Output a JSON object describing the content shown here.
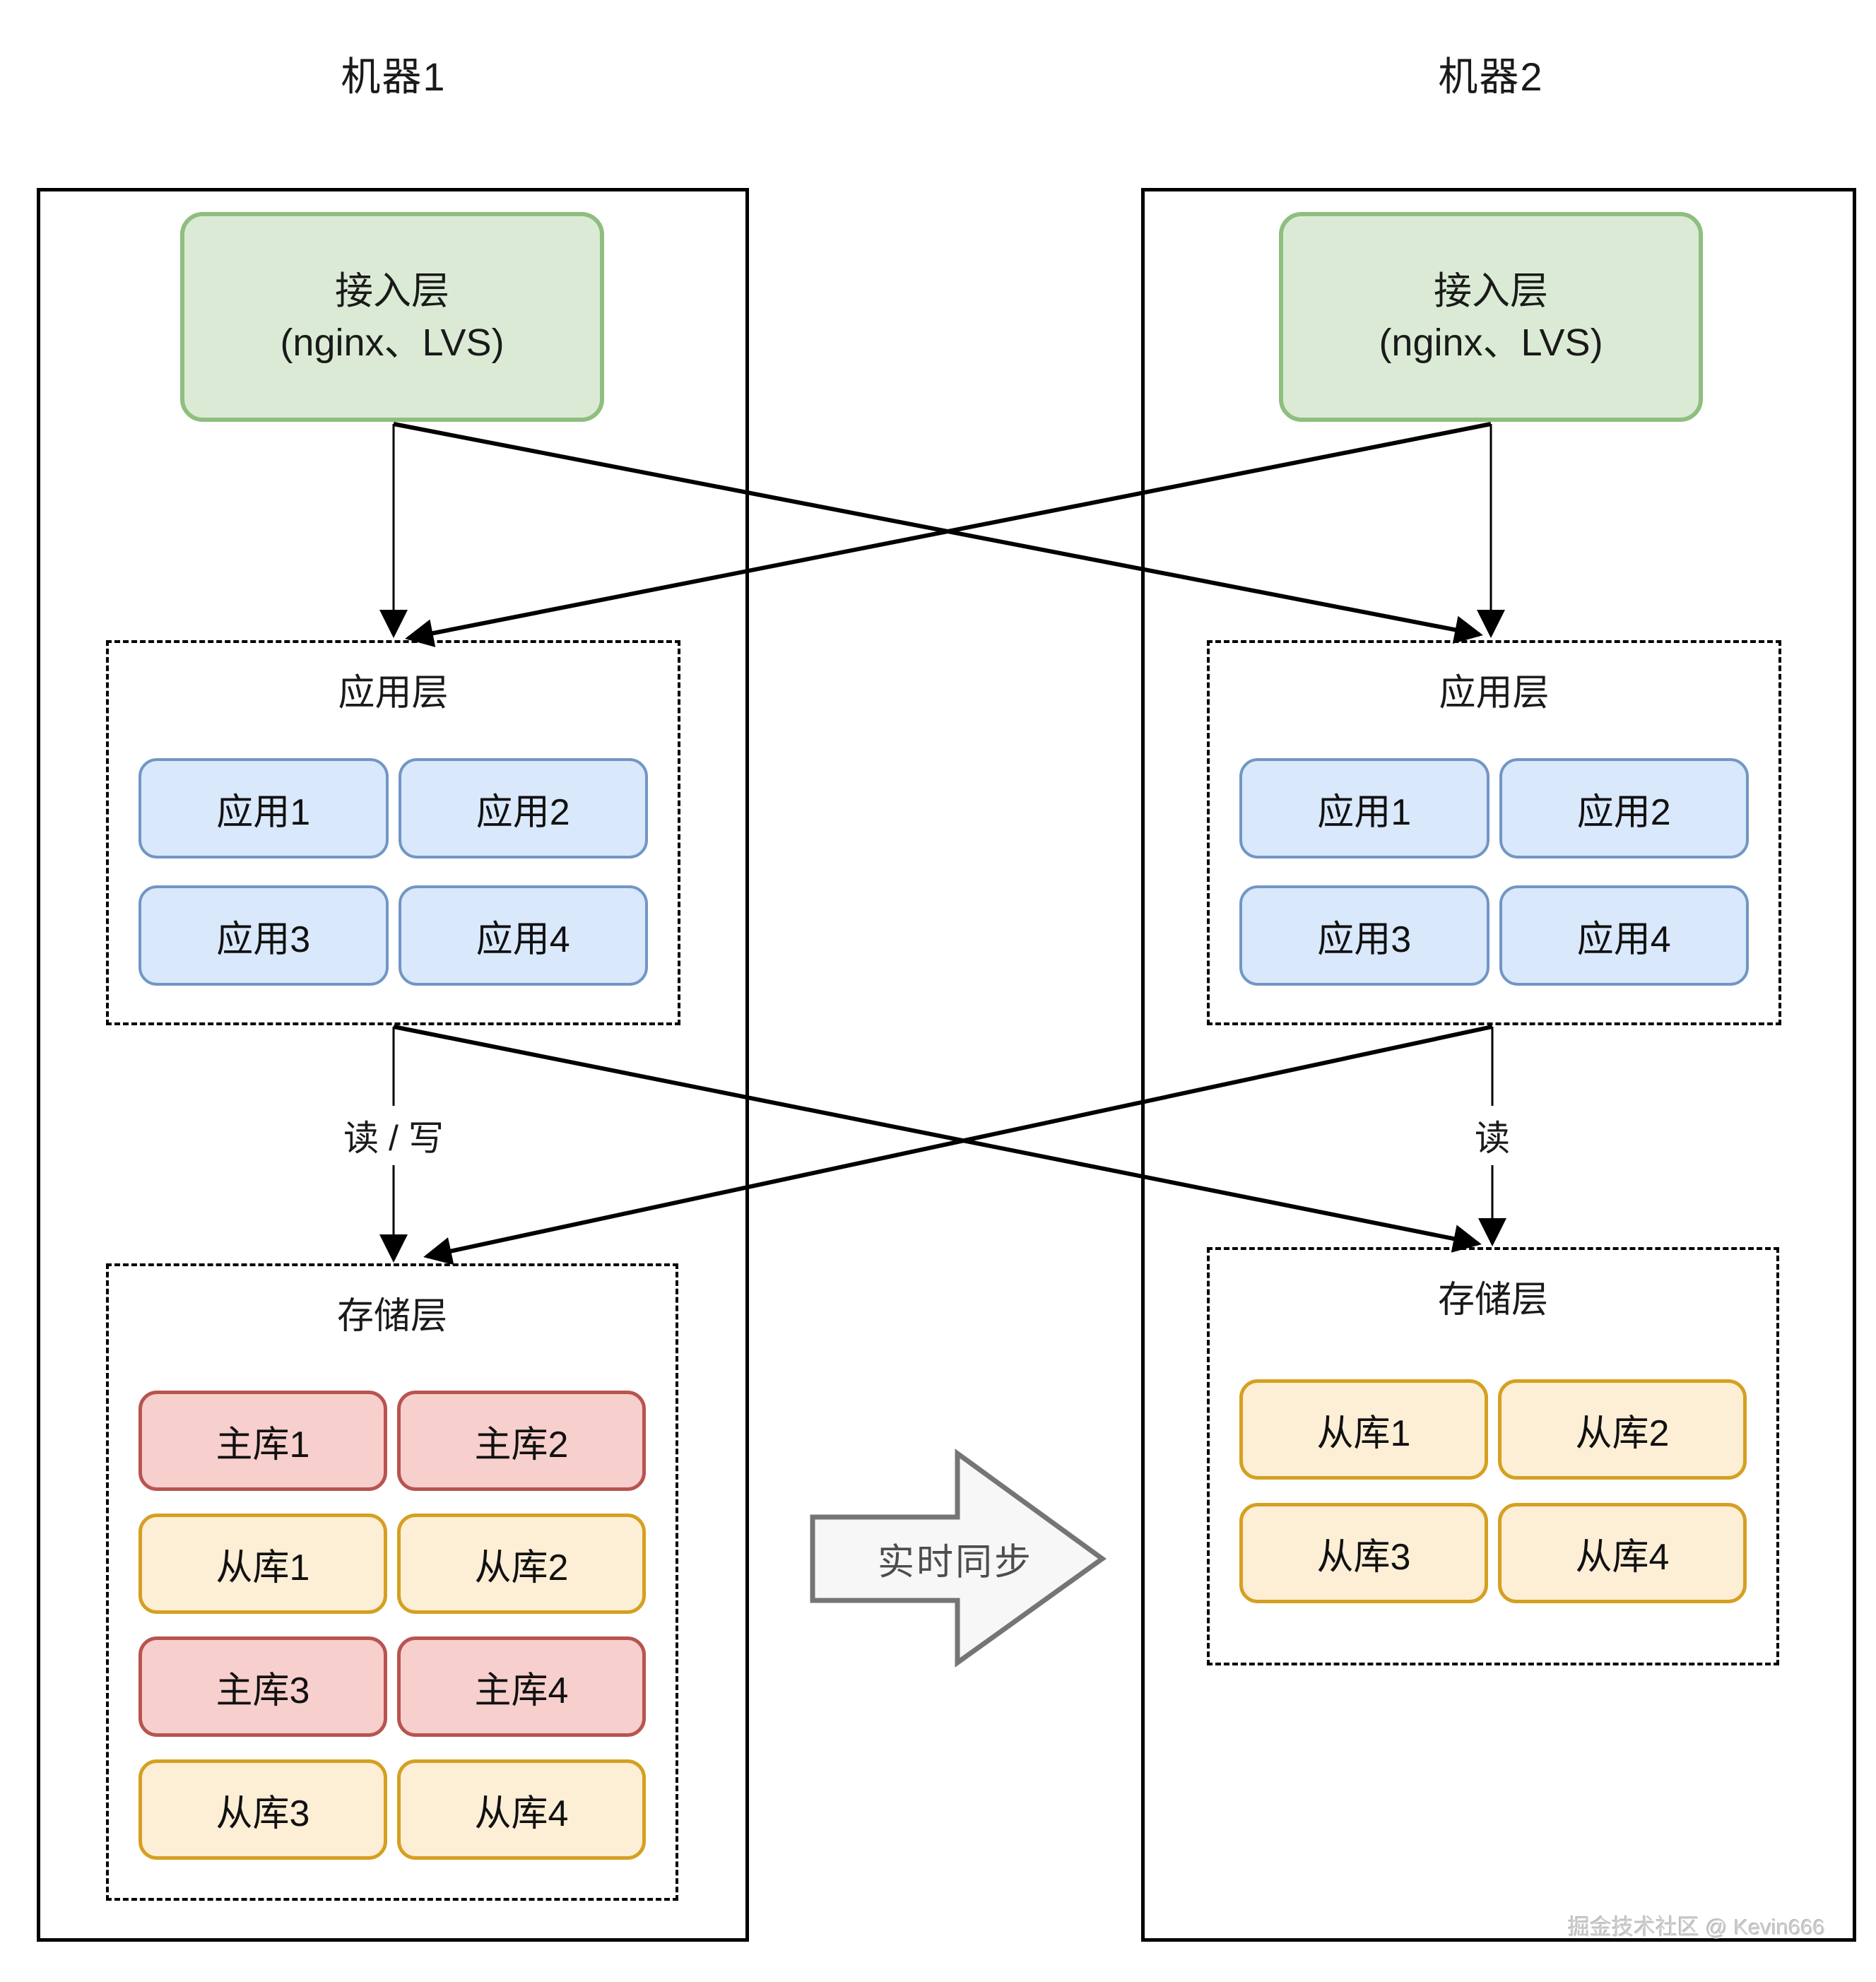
{
  "machines": [
    {
      "title": "机器1",
      "access_layer": {
        "title": "接入层",
        "subtitle": "(nginx、LVS)"
      },
      "app_layer": {
        "label": "应用层",
        "apps": [
          "应用1",
          "应用2",
          "应用3",
          "应用4"
        ]
      },
      "db_edge_label": "读 / 写",
      "storage_layer": {
        "label": "存储层",
        "databases": [
          {
            "name": "主库1",
            "role": "master"
          },
          {
            "name": "主库2",
            "role": "master"
          },
          {
            "name": "从库1",
            "role": "replica"
          },
          {
            "name": "从库2",
            "role": "replica"
          },
          {
            "name": "主库3",
            "role": "master"
          },
          {
            "name": "主库4",
            "role": "master"
          },
          {
            "name": "从库3",
            "role": "replica"
          },
          {
            "name": "从库4",
            "role": "replica"
          }
        ]
      }
    },
    {
      "title": "机器2",
      "access_layer": {
        "title": "接入层",
        "subtitle": "(nginx、LVS)"
      },
      "app_layer": {
        "label": "应用层",
        "apps": [
          "应用1",
          "应用2",
          "应用3",
          "应用4"
        ]
      },
      "db_edge_label": "读",
      "storage_layer": {
        "label": "存储层",
        "databases": [
          {
            "name": "从库1",
            "role": "replica"
          },
          {
            "name": "从库2",
            "role": "replica"
          },
          {
            "name": "从库3",
            "role": "replica"
          },
          {
            "name": "从库4",
            "role": "replica"
          }
        ]
      }
    }
  ],
  "sync_arrow": {
    "label": "实时同步"
  },
  "watermark": "掘金技术社区 @ Kevin666",
  "colors": {
    "access_fill": "#dbead5",
    "access_border": "#8fbe7f",
    "app_fill": "#d9e8fb",
    "app_border": "#7296c5",
    "master_fill": "#f7cfcd",
    "master_border": "#b85450",
    "replica_fill": "#fdeed6",
    "replica_border": "#d5a021",
    "line": "#000000",
    "sync_fill": "#f7f7f7",
    "sync_border": "#757575",
    "sync_text": "#4d4d4d",
    "watermark_text": "#cbcbcb"
  }
}
